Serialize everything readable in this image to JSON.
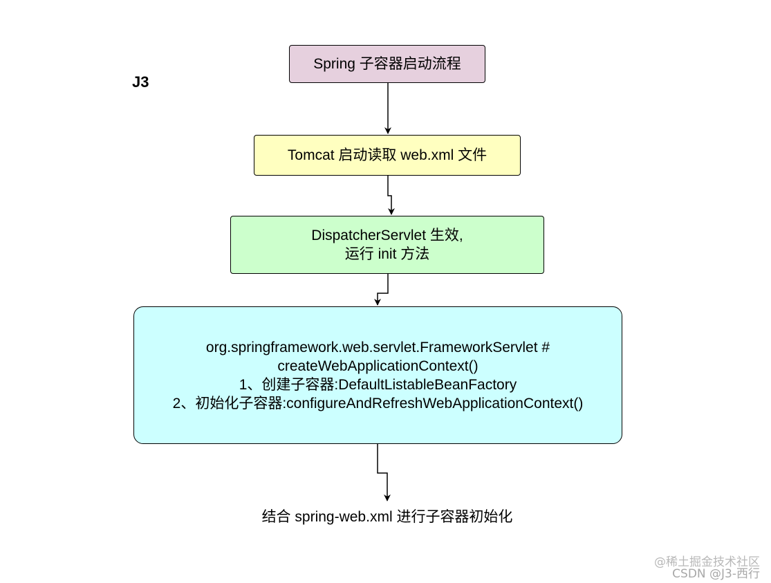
{
  "label": "J3",
  "nodes": {
    "start": {
      "text": "Spring 子容器启动流程",
      "fill": "#e6d0de"
    },
    "tomcat": {
      "text": "Tomcat 启动读取 web.xml 文件",
      "fill": "#ffffc0"
    },
    "dispatcher": {
      "lines": [
        "DispatcherServlet 生效,",
        "运行 init 方法"
      ],
      "fill": "#ccffcc"
    },
    "framework": {
      "lines": [
        "org.springframework.web.servlet.FrameworkServlet #",
        "createWebApplicationContext()",
        "1、创建子容器:DefaultListableBeanFactory",
        "2、初始化子容器:configureAndRefreshWebApplicationContext()"
      ],
      "fill": "#ccffff"
    }
  },
  "end_text": "结合 spring-web.xml 进行子容器初始化",
  "watermark": {
    "line1": "@稀土掘金技术社区",
    "line2": "CSDN @J3-西行"
  }
}
